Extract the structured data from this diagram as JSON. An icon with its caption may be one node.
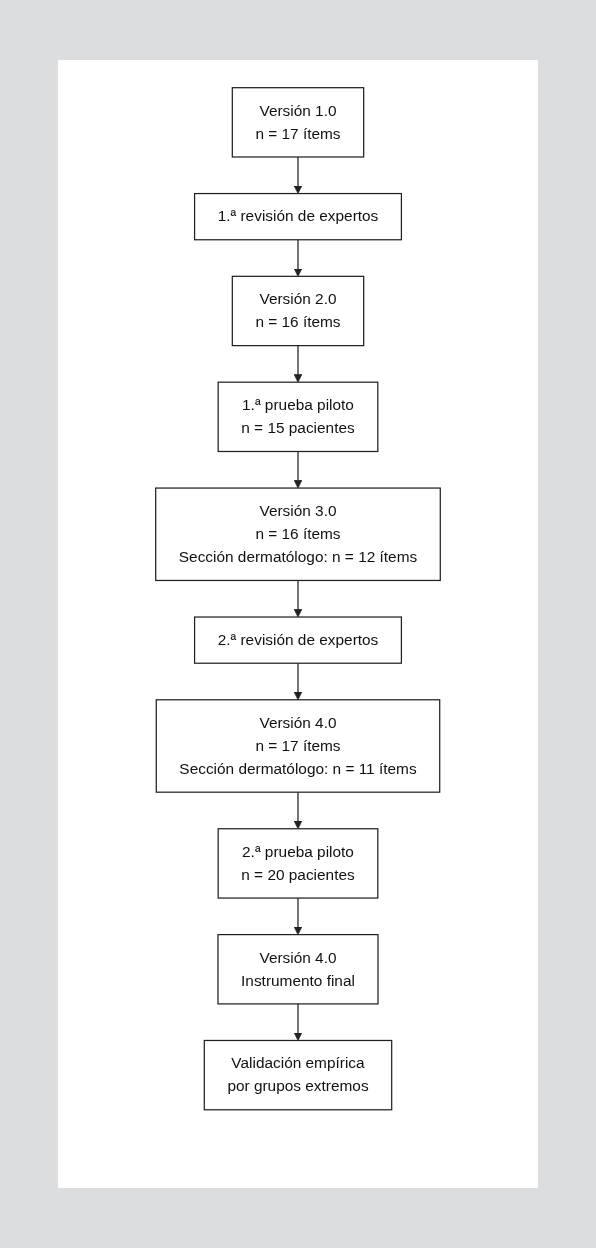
{
  "diagram": {
    "nodes": [
      {
        "text": [
          "Versión 1.0",
          "n = 17 ítems"
        ]
      },
      {
        "text": [
          "1.ª revisión de expertos"
        ]
      },
      {
        "text": [
          "Versión 2.0",
          "n = 16 ítems"
        ]
      },
      {
        "text": [
          "1.ª prueba piloto",
          "n = 15 pacientes"
        ]
      },
      {
        "text": [
          "Versión 3.0",
          "n = 16 ítems",
          "Sección dermatólogo: n = 12 ítems"
        ]
      },
      {
        "text": [
          "2.ª revisión de expertos"
        ]
      },
      {
        "text": [
          "Versión 4.0",
          "n = 17 ítems",
          "Sección dermatólogo: n = 11 ítems"
        ]
      },
      {
        "text": [
          "2.ª prueba piloto",
          "n = 20 pacientes"
        ]
      },
      {
        "text": [
          "Versión 4.0",
          "Instrumento final"
        ]
      },
      {
        "text": [
          "Validación empírica",
          "por grupos extremos"
        ]
      }
    ],
    "edges": [
      {
        "from": 0,
        "to": 1,
        "arrow": "to"
      },
      {
        "from": 1,
        "to": 2,
        "arrow": "to"
      },
      {
        "from": 2,
        "to": 3,
        "arrow": "to"
      },
      {
        "from": 3,
        "to": 4,
        "arrow": "to"
      },
      {
        "from": 4,
        "to": 5,
        "arrow": "to"
      },
      {
        "from": 5,
        "to": 6,
        "arrow": "to"
      },
      {
        "from": 6,
        "to": 7,
        "arrow": "to"
      },
      {
        "from": 7,
        "to": 8,
        "arrow": "to"
      },
      {
        "from": 8,
        "to": 9,
        "arrow": "to"
      }
    ]
  }
}
